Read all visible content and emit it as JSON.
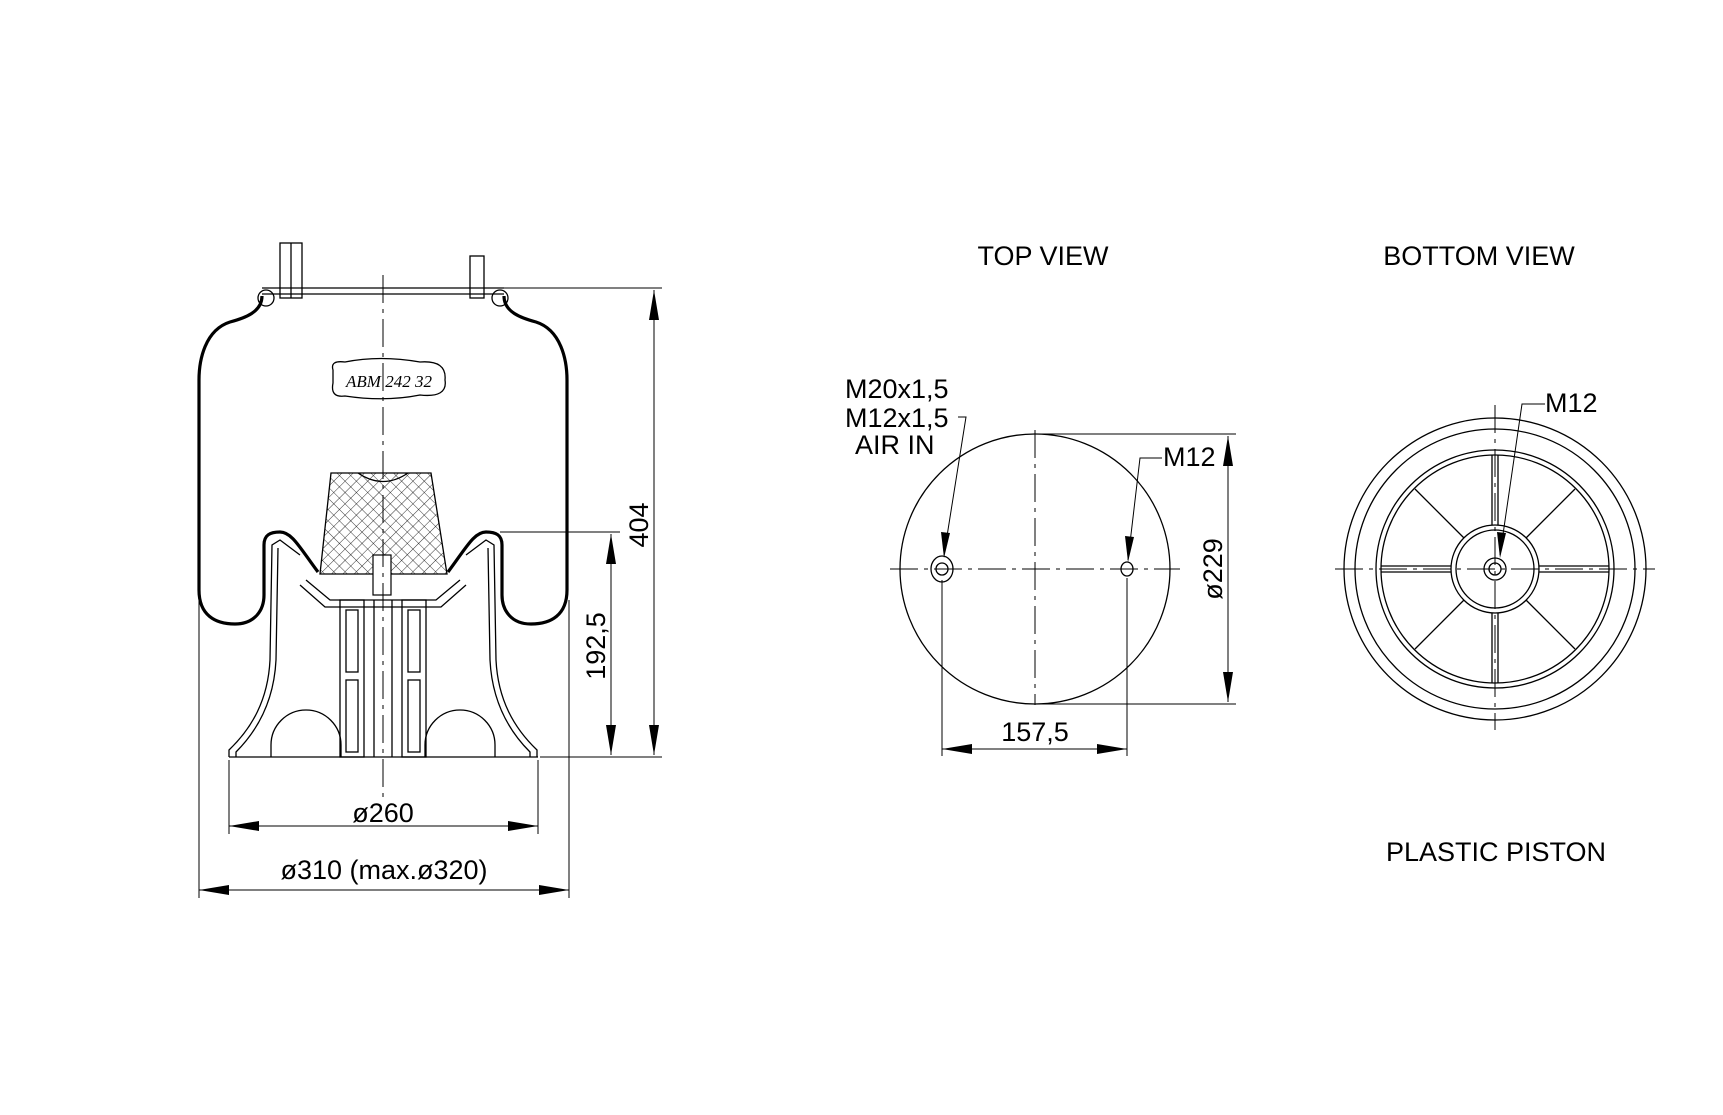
{
  "side_view": {
    "part_label": "ABM  242  32",
    "height_total": "404",
    "height_piston": "192,5",
    "piston_diameter": "ø260",
    "bag_diameter": "ø310  (max.ø320)"
  },
  "top_view": {
    "title": "TOP  VIEW",
    "port_label_1": "M20x1,5",
    "port_label_2": "M12x1,5",
    "port_label_3": "AIR  IN",
    "stud_label": "M12",
    "diameter": "ø229",
    "stud_spacing": "157,5"
  },
  "bottom_view": {
    "title": "BOTTOM  VIEW",
    "stud_label": "M12",
    "caption": "PLASTIC  PISTON"
  }
}
